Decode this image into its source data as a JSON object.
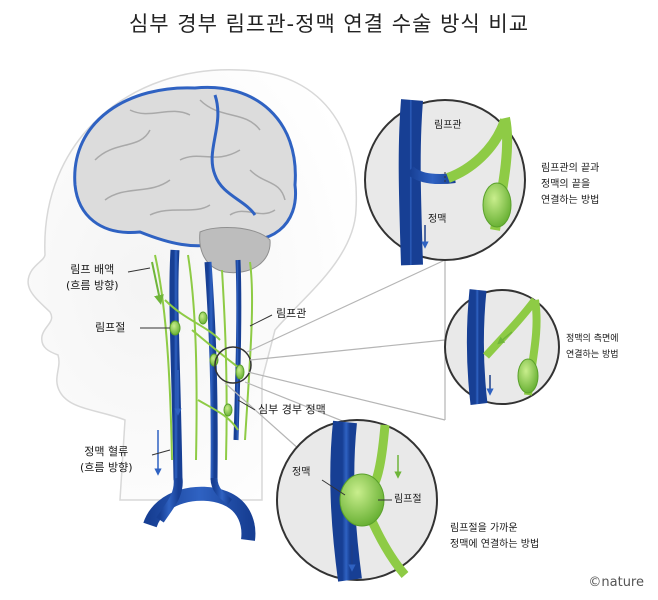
{
  "title": "심부 경부 림프관-정맥 연결 수술 방식 비교",
  "labels": {
    "lymph_drainage": "림프 배액\n(흐름 방향)",
    "lymph_node": "림프절",
    "lymph_vessel": "림프관",
    "deep_cervical_vein": "심부 경부 정맥",
    "venous_flow": "정맥 혈류\n(흐름 방향)"
  },
  "methods": [
    {
      "description": "림프관의 끝과\n정맥의 끝을\n연결하는 방법",
      "vessel_label": "림프관",
      "vein_label": "정맥"
    },
    {
      "description": "정맥의 측면에\n연결하는 방법"
    },
    {
      "description": "림프절을 가까운\n정맥에 연결하는 방법",
      "vein_label": "정맥",
      "node_label": "림프절"
    }
  ],
  "credit": "©nature",
  "colors": {
    "vein": "#2f62c2",
    "vein_dark": "#173f94",
    "lymph": "#8ecb45",
    "lymph_dark": "#5aa12b",
    "brain": "#dcdcdc"
  }
}
